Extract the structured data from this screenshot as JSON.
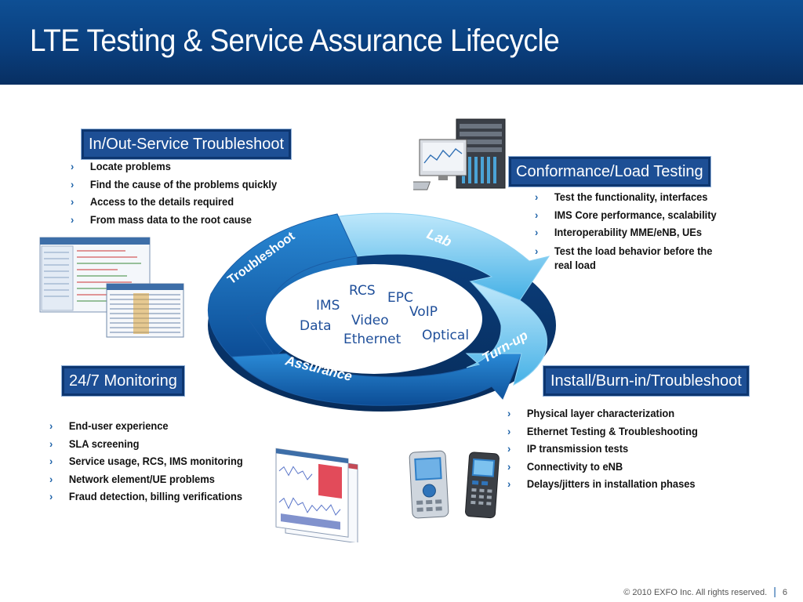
{
  "slide": {
    "title": "LTE Testing & Service Assurance Lifecycle",
    "footer_copyright": "© 2010 EXFO Inc. All rights reserved.",
    "page_number": "6"
  },
  "sections": {
    "troubleshoot": {
      "heading": "In/Out-Service Troubleshoot",
      "bullets": [
        "Locate problems",
        "Find the cause of the problems quickly",
        "Access to the details required",
        "From mass data to the root cause"
      ]
    },
    "conformance": {
      "heading": "Conformance/Load Testing",
      "bullets": [
        "Test the functionality, interfaces",
        "IMS Core performance, scalability",
        "Interoperability MME/eNB, UEs",
        "Test the load behavior before the real load"
      ]
    },
    "monitoring": {
      "heading": "24/7 Monitoring",
      "bullets": [
        "End-user experience",
        "SLA screening",
        "Service usage, RCS, IMS monitoring",
        "Network element/UE problems",
        "Fraud detection, billing verifications"
      ]
    },
    "install": {
      "heading": "Install/Burn-in/Troubleshoot",
      "bullets": [
        "Physical layer  characterization",
        "Ethernet Testing & Troubleshooting",
        "IP transmission tests",
        "Connectivity to eNB",
        "Delays/jitters in installation phases"
      ]
    }
  },
  "cycle": {
    "arrow_labels": {
      "lab": "Lab",
      "troubleshoot": "Troubleshoot",
      "assurance": "Assurance",
      "turnup": "Turn-up"
    },
    "center_terms": {
      "rcs": "RCS",
      "epc": "EPC",
      "ims": "IMS",
      "voip": "VoIP",
      "data": "Data",
      "video": "Video",
      "ethernet": "Ethernet",
      "optical": "Optical"
    },
    "colors": {
      "dark_blue": "#1565b0",
      "light_blue": "#5cc0ec",
      "term_text": "#1f4f9a"
    }
  },
  "theme": {
    "header_bg": "#0a3f7e",
    "tag_bg": "#1d4f95",
    "bullet_marker": "#1d62a8"
  }
}
